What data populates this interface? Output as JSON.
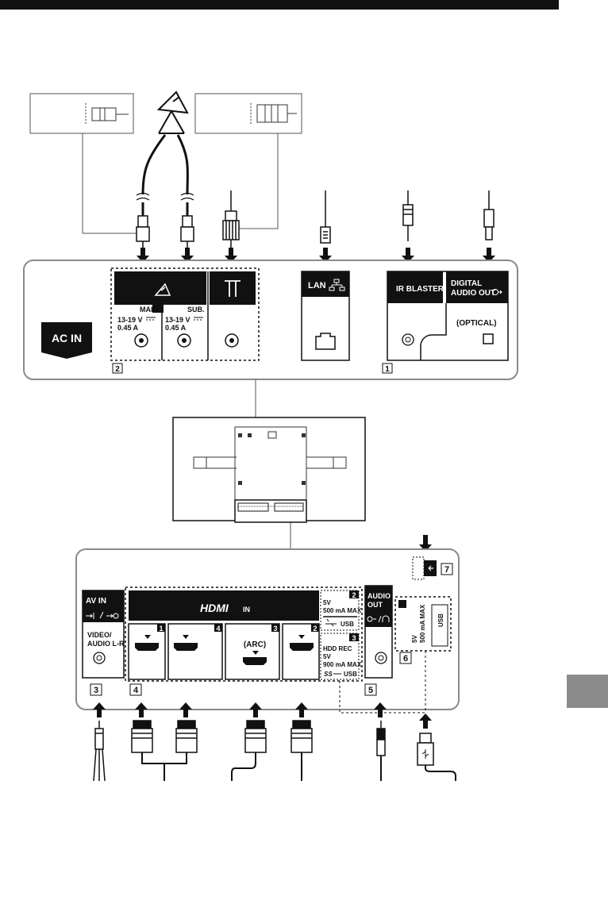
{
  "top_panel": {
    "ac_in": "AC IN",
    "main": "MAIN",
    "sub": "SUB.",
    "main_voltage": "13-19 V",
    "main_current": "0.45 A",
    "sub_voltage": "13-19 V",
    "sub_current": "0.45 A",
    "lan": "LAN",
    "ir_blaster": "IR BLASTER",
    "digital_audio_out_line1": "DIGITAL",
    "digital_audio_out_line2": "AUDIO OUT",
    "optical": "(OPTICAL)",
    "callout_satellite": "2",
    "callout_ir": "1"
  },
  "bottom_panel": {
    "av_in_title": "AV IN",
    "av_in_label_line1": "VIDEO/",
    "av_in_label_line2": "AUDIO L-R",
    "hdmi_logo": "HDMI",
    "hdmi_in": "IN",
    "hdmi_port_numbers": [
      "1",
      "4",
      "3",
      "2"
    ],
    "arc": "(ARC)",
    "usb2_number": "2",
    "usb2_line1": "5V",
    "usb2_line2": "500 mA MAX",
    "usb2_label": "USB",
    "usb3_number": "3",
    "hdd_rec": "HDD REC",
    "usb3_line1": "5V",
    "usb3_line2": "900 mA MAX",
    "usb3_label": "USB",
    "usb3_ss": "SS",
    "audio_out_line1": "AUDIO",
    "audio_out_line2": "OUT",
    "usb1_line1": "5V",
    "usb1_line2": "500 mA MAX",
    "usb1_label": "USB",
    "callout_av": "3",
    "callout_hdmi": "4",
    "callout_audio": "5",
    "callout_usb1": "6",
    "callout_side": "7"
  },
  "colors": {
    "panel_stroke": "#8a8a8a",
    "black": "#111111",
    "side_tab": "#8c8c8c"
  }
}
